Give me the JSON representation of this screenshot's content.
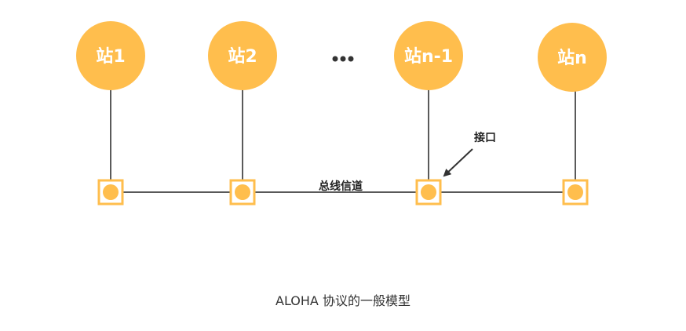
{
  "colors": {
    "station_fill": "#FFBE4D",
    "interface_border": "#FFBE4D",
    "line": "#222222",
    "arrow": "#333333"
  },
  "stations": [
    {
      "label": "站1"
    },
    {
      "label": "站2"
    },
    {
      "label": "站n-1"
    },
    {
      "label": "站n"
    }
  ],
  "ellipsis": "•••",
  "interface_label": "接口",
  "bus_label": "总线信道",
  "caption": "ALOHA 协议的一般模型"
}
